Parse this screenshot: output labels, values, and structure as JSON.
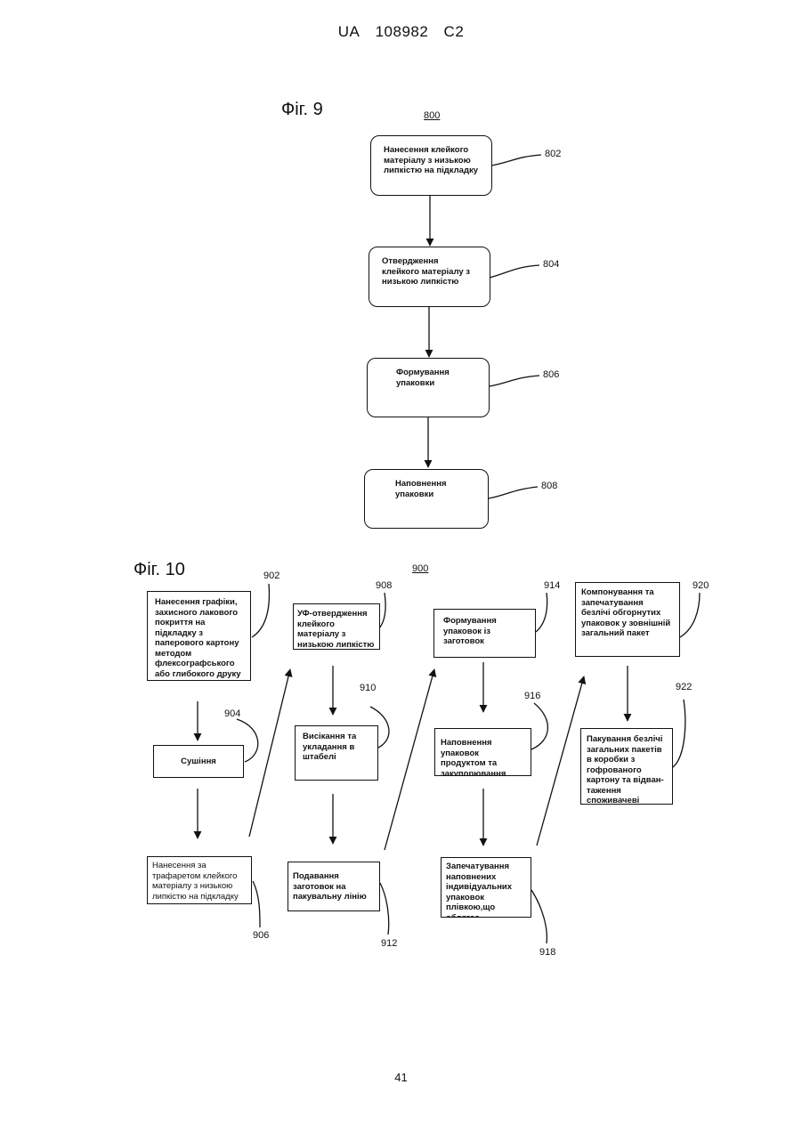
{
  "header": {
    "country": "UA",
    "patent_number": "108982",
    "kind": "C2"
  },
  "page_number": "41",
  "fig9": {
    "title": "Фіг. 9",
    "ref": "800",
    "steps": [
      {
        "ref": "802",
        "text": "Нанесення клейкого матеріалу з низькою липкістю на підкладку"
      },
      {
        "ref": "804",
        "text": "Отвердження клейкого матеріалу з низькою липкістю"
      },
      {
        "ref": "806",
        "text": "Формування упаковки"
      },
      {
        "ref": "808",
        "text": "Наповнення упаковки"
      }
    ]
  },
  "fig10": {
    "title": "Фіг. 10",
    "ref": "900",
    "steps": [
      {
        "ref": "902",
        "text": "Нанесення графіки, захисного лакового покриття на підкладку з паперового картону методом флексографського або глибокого друку"
      },
      {
        "ref": "904",
        "text": "Сушіння"
      },
      {
        "ref": "906",
        "text": "Нанесення за трафаретом клейкого матеріалу з низькою липкістю на підкладку"
      },
      {
        "ref": "908",
        "text": "УФ-отвердження клейкого матеріалу з низькою липкістю"
      },
      {
        "ref": "910",
        "text": "Висікання та укладання в штабелі"
      },
      {
        "ref": "912",
        "text": "Подавання заготовок на пакувальну лінію"
      },
      {
        "ref": "914",
        "text": "Формування упаковок із заготовок"
      },
      {
        "ref": "916",
        "text": "Наповнення упаковок продуктом та закупорювання"
      },
      {
        "ref": "918",
        "text": "Запечатування наповнених індивідуальних упаковок плівкою,що облягає"
      },
      {
        "ref": "920",
        "text": "Компонування та запечатування безлічі обгорнутих упаковок у зовнішній загальний пакет"
      },
      {
        "ref": "922",
        "text": "Пакування безлічі загальних пакетів в коробки з гофрованого картону та відван-таження споживачеві"
      }
    ]
  }
}
